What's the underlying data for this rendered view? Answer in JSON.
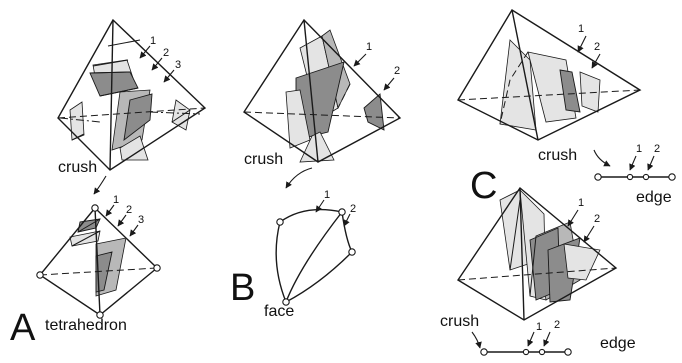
{
  "panels": {
    "A": {
      "letter": "A",
      "caption": "tetrahedron",
      "action": "crush",
      "top_markers": [
        "1",
        "2",
        "3"
      ],
      "bottom_markers": [
        "1",
        "2",
        "3"
      ]
    },
    "B": {
      "letter": "B",
      "caption": "face",
      "action": "crush",
      "top_markers": [
        "1",
        "2"
      ],
      "bottom_markers": [
        "1",
        "2"
      ]
    },
    "C": {
      "letter": "C",
      "caption": "edge",
      "action": "crush",
      "top_markers": [
        "1",
        "2"
      ],
      "bottom_markers": [
        "1",
        "2"
      ]
    },
    "D": {
      "caption": "edge",
      "action": "crush",
      "top_markers": [
        "1",
        "2"
      ],
      "bottom_markers": [
        "1",
        "2"
      ]
    }
  },
  "colors": {
    "stroke": "#1a1a1a",
    "dark_shade": "#8c8c8c",
    "light_shade": "#e4e4e4",
    "background": "#ffffff"
  }
}
